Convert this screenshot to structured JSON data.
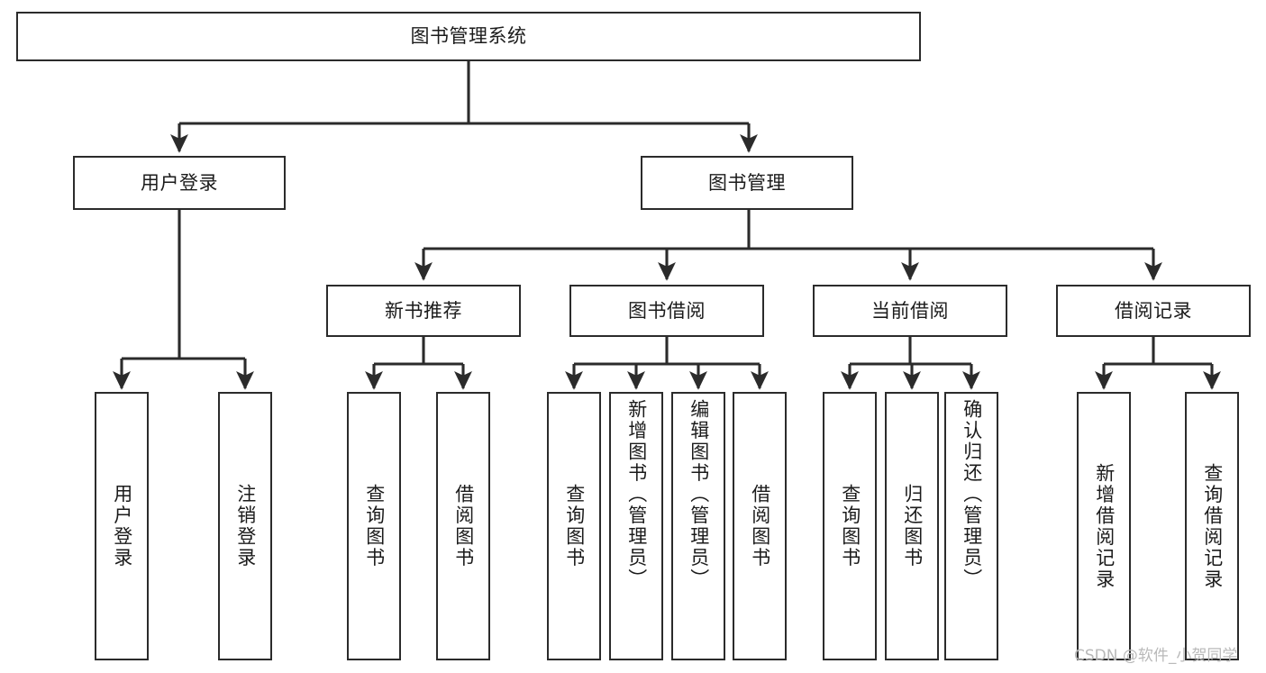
{
  "diagram": {
    "type": "tree",
    "title": "图书管理系统",
    "watermark": "CSDN @软件_小贺同学",
    "colors": {
      "box_border": "#2b2b2b",
      "box_fill": "#ffffff",
      "edge": "#2b2b2b",
      "text": "#1b1b1b",
      "watermark": "#b9b9b9"
    },
    "levels": {
      "root": {
        "label": "图书管理系统"
      },
      "level2": [
        {
          "label": "用户登录"
        },
        {
          "label": "图书管理"
        }
      ],
      "level3": [
        {
          "label": "新书推荐"
        },
        {
          "label": "图书借阅"
        },
        {
          "label": "当前借阅"
        },
        {
          "label": "借阅记录"
        }
      ],
      "leaves_user_login": [
        {
          "label": "用户登录"
        },
        {
          "label": "注销登录"
        }
      ],
      "leaves_new_book": [
        {
          "label": "查询图书"
        },
        {
          "label": "借阅图书"
        }
      ],
      "leaves_borrow": [
        {
          "label": "查询图书"
        },
        {
          "label": "新增图书（管理员）"
        },
        {
          "label": "编辑图书（管理员）"
        },
        {
          "label": "借阅图书"
        }
      ],
      "leaves_current": [
        {
          "label": "查询图书"
        },
        {
          "label": "归还图书"
        },
        {
          "label": "确认归还（管理员）"
        }
      ],
      "leaves_records": [
        {
          "label": "新增借阅记录"
        },
        {
          "label": "查询借阅记录"
        }
      ]
    }
  }
}
